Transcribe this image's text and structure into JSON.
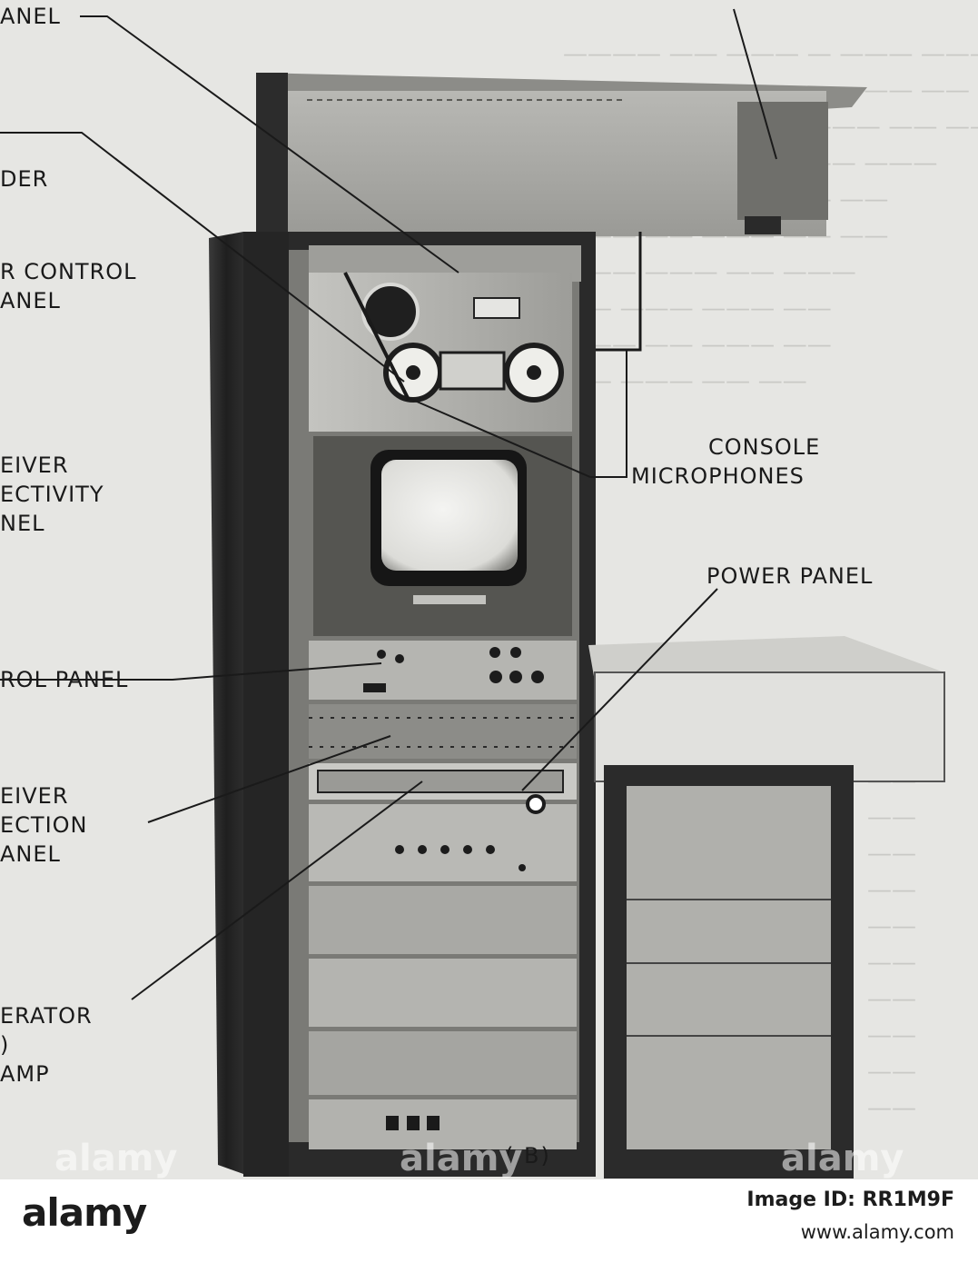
{
  "labels": {
    "top_panel": "ANEL",
    "recorder": "DER",
    "recorder_control_1": "R CONTROL",
    "recorder_control_2": "ANEL",
    "receiver_selectivity_1": "EIVER",
    "receiver_selectivity_2": "ECTIVITY",
    "receiver_selectivity_3": "NEL",
    "control_panel": "ROL PANEL",
    "receiver_selection_1": "EIVER",
    "receiver_selection_2": "ECTION",
    "receiver_selection_3": "ANEL",
    "generator_1": "ERATOR",
    "generator_2": ")",
    "generator_3": "AMP",
    "console_microphones_1": "CONSOLE",
    "console_microphones_2": "MICROPHONES",
    "power_panel": "POWER PANEL",
    "figure_caption": "( B)"
  },
  "banner": {
    "logo": "alamy",
    "image_id": "Image ID: RR1M9F",
    "url": "www.alamy.com"
  },
  "watermarks": [
    "alamy",
    "alamy",
    "alamy"
  ]
}
